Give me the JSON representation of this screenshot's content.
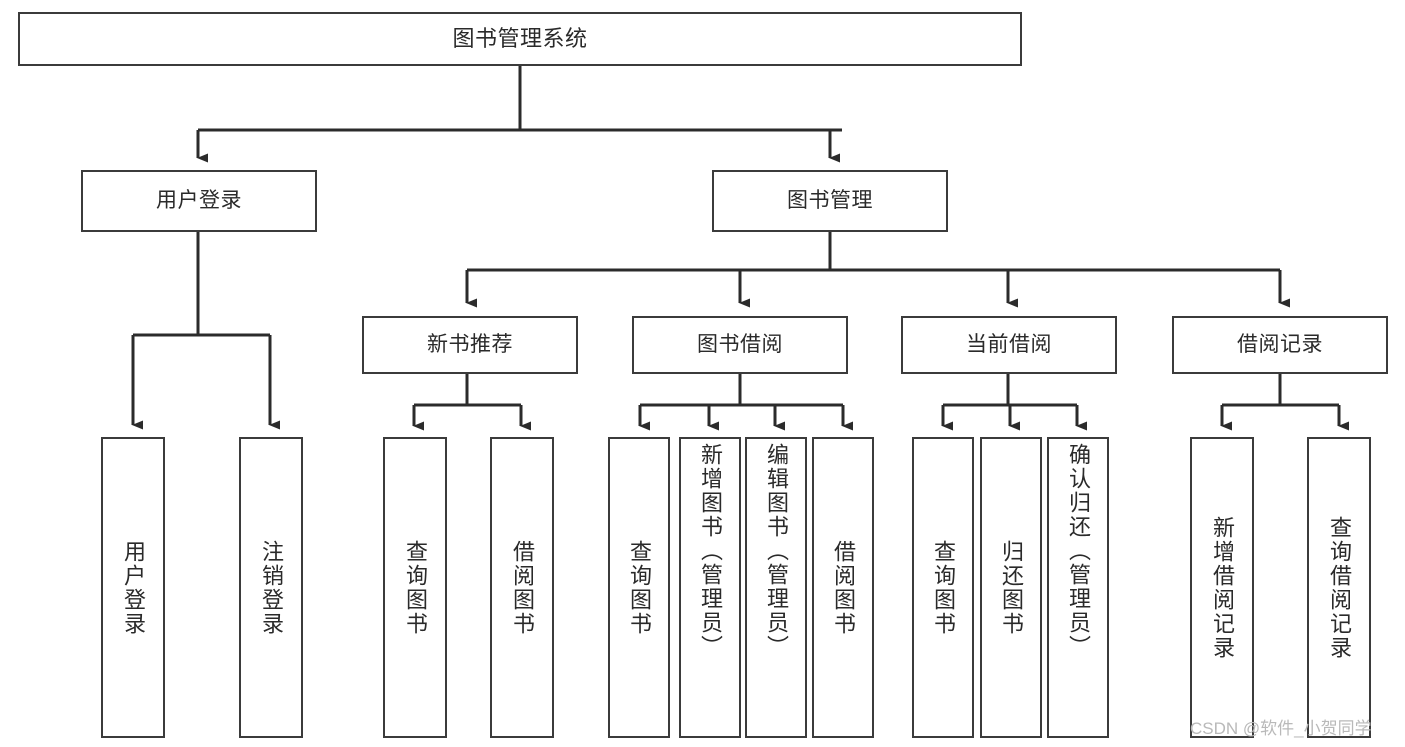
{
  "diagram": {
    "title": "图书管理系统",
    "watermark": "CSDN @软件_小贺同学",
    "line_color": "#2b2b2b",
    "box_border_color": "#3b3b3b",
    "background": "#ffffff",
    "root": {
      "label": "图书管理系统"
    },
    "level2": [
      {
        "label": "用户登录"
      },
      {
        "label": "图书管理"
      }
    ],
    "level3": [
      {
        "label": "新书推荐"
      },
      {
        "label": "图书借阅"
      },
      {
        "label": "当前借阅"
      },
      {
        "label": "借阅记录"
      }
    ],
    "leaves": {
      "user_login": [
        {
          "label": "用户登录"
        },
        {
          "label": "注销登录"
        }
      ],
      "new_book": [
        {
          "label": "查询图书"
        },
        {
          "label": "借阅图书"
        }
      ],
      "book_borrow": [
        {
          "label": "查询图书"
        },
        {
          "label": "新增图书（管理员）"
        },
        {
          "label": "编辑图书（管理员）"
        },
        {
          "label": "借阅图书"
        }
      ],
      "current_borrow": [
        {
          "label": "查询图书"
        },
        {
          "label": "归还图书"
        },
        {
          "label": "确认归还（管理员）"
        }
      ],
      "borrow_record": [
        {
          "label": "新增借阅记录"
        },
        {
          "label": "查询借阅记录"
        }
      ]
    }
  }
}
